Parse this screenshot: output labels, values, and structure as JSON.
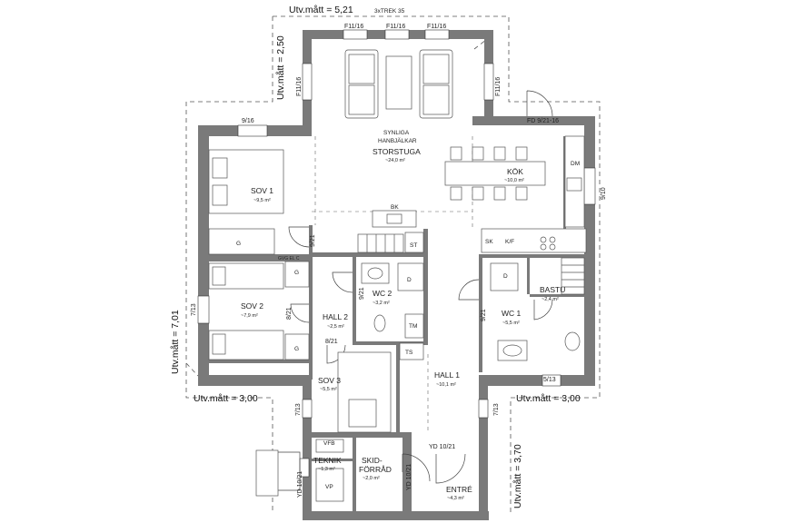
{
  "outer_dimensions": {
    "top": "Utv.mått = 5,21",
    "top_left_vertical": "Utv.mått = 2,50",
    "left_vertical": "Utv.mått = 7,01",
    "left_horizontal": "Utv.mått = 3,00",
    "right_horizontal": "Utv.mått = 3,00",
    "right_vertical": "Utv.mått = 3,70"
  },
  "stair_note": "3xTREK 35",
  "windows": {
    "top_1": "F11/16",
    "top_2": "F11/16",
    "top_3": "F11/16",
    "bay_left": "F11/16",
    "bay_right": "F11/16",
    "sov1": "9/16",
    "kitchen_door": "FD 9/21-16",
    "kitchen_side": "9/10",
    "sov2_side": "7/13",
    "sov3": "7/13",
    "hall1": "7/13",
    "wc1": "5/13"
  },
  "doors": {
    "sov1": "9/21",
    "wc2": "9/21",
    "hall2": "8/21",
    "sov3": "8/21",
    "wc1": "9/21",
    "teknik": "YD 10/21",
    "skid": "YD 10/21",
    "entre_top": "YD 10/21"
  },
  "rooms": {
    "storstuga": {
      "note1": "SYNLIGA",
      "note2": "HANBJÄLKAR",
      "name": "STORSTUGA",
      "area": "~24,0 m²"
    },
    "kok": {
      "name": "KÖK",
      "area": "~10,0 m²"
    },
    "sov1": {
      "name": "SOV 1",
      "area": "~9,5 m²"
    },
    "sov2": {
      "name": "SOV 2",
      "area": "~7,9 m²"
    },
    "sov3": {
      "name": "SOV 3",
      "area": "~5,5 m²"
    },
    "hall2": {
      "name": "HALL 2",
      "area": "~2,5 m²"
    },
    "wc2": {
      "name": "WC 2",
      "area": "~3,2 m²"
    },
    "hall1": {
      "name": "HALL 1",
      "area": "~10,1 m²"
    },
    "wc1": {
      "name": "WC 1",
      "area": "~5,5 m²"
    },
    "bastu": {
      "name": "BASTU",
      "area": "~2,4 m²"
    },
    "teknik": {
      "name": "TEKNIK",
      "area": "~1,3 m²"
    },
    "skid": {
      "name1": "SKID-",
      "name2": "FÖRRÅD",
      "area": "~2,0 m²"
    },
    "entre": {
      "name": "ENTRÉ",
      "area": "~4,3 m²"
    }
  },
  "fixtures": {
    "dm": "DM",
    "bk": "BK",
    "st": "ST",
    "sk": "SK",
    "kf": "K/F",
    "g1": "G",
    "g2": "G",
    "g3": "G",
    "g4": "G",
    "d1": "D",
    "d2": "D",
    "tm": "TM",
    "ts": "TS",
    "vp": "VP",
    "vfb": "VFB",
    "gvg": "GVG EL C"
  }
}
